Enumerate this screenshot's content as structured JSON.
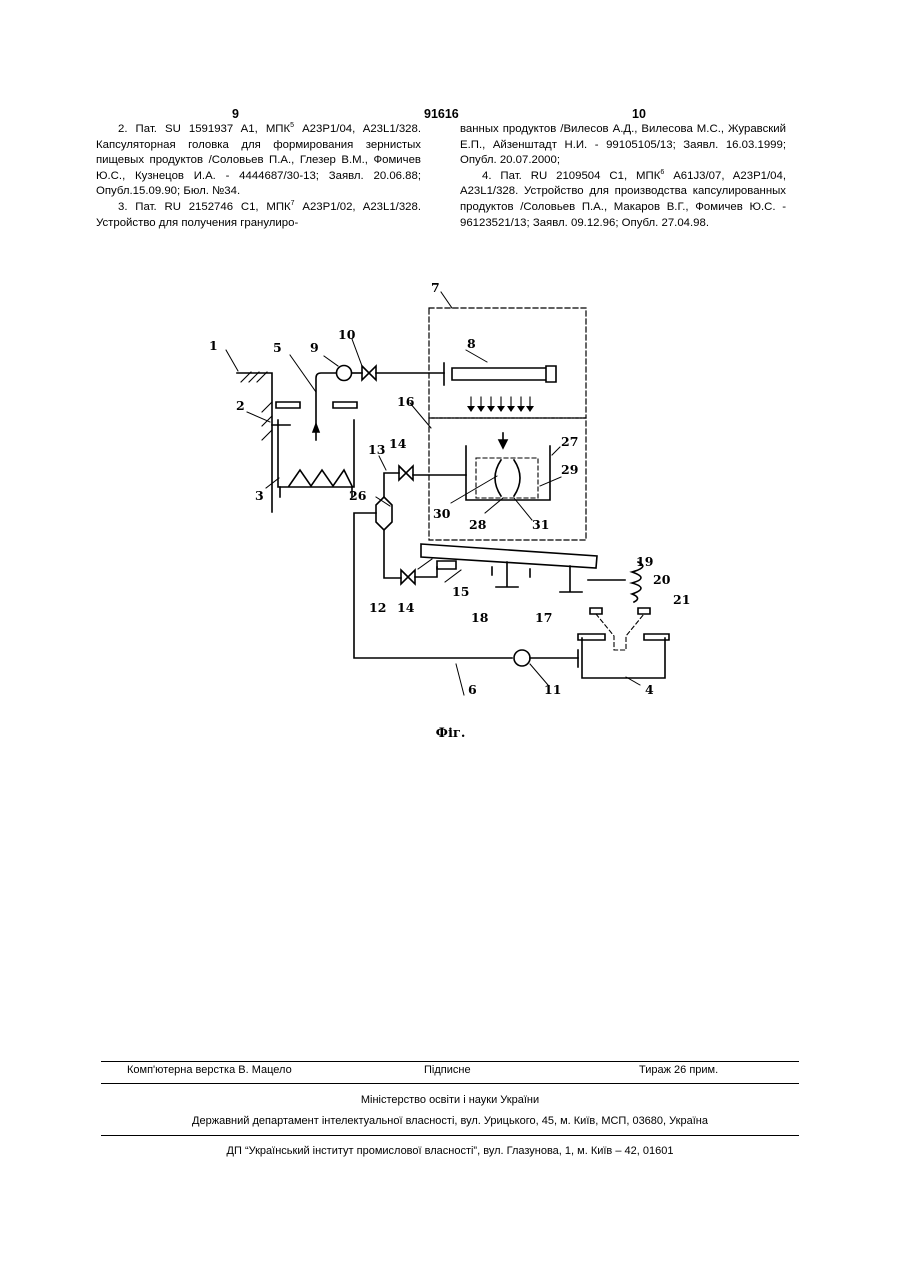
{
  "header": {
    "page_left": "9",
    "patent_number": "91616",
    "page_right": "10"
  },
  "references": {
    "left_col": {
      "r2_a": "2. Пат. SU 1591937 A1, МПК",
      "r2_sup": "5",
      "r2_b": " A23P1/04, A23L1/328. Капсуляторная головка для формирования зернистых пищевых продуктов /Соловьев П.А., Глезер В.М., Фомичев Ю.С., Кузнецов И.А. - 4444687/30-13; Заявл. 20.06.88; Опубл.15.09.90; Бюл. №34.",
      "r3_a": "3. Пат. RU 2152746 C1, МПК",
      "r3_sup": "7",
      "r3_b": " A23P1/02, A23L1/328. Устройство для получения гранулиро-"
    },
    "right_col": {
      "r3_cont": "ванных продуктов /Вилесов А.Д., Вилесова М.С., Журавский Е.П., Айзенштадт Н.И. - 99105105/13; Заявл. 16.03.1999; Опубл. 20.07.2000;",
      "r4_a": "4. Пат. RU 2109504 C1, МПК",
      "r4_sup": "6",
      "r4_b": " A61J3/07, A23P1/04, A23L1/328. Устройство для производства капсулированных продуктов /Соловьев П.А., Макаров В.Г., Фомичев Ю.С. - 96123521/13; Заявл. 09.12.96; Опубл. 27.04.98."
    }
  },
  "figure": {
    "caption": "Фіг.",
    "labels": {
      "l1": "1",
      "l2": "2",
      "l3": "3",
      "l4": "4",
      "l5": "5",
      "l6": "6",
      "l7": "7",
      "l8": "8",
      "l9": "9",
      "l10": "10",
      "l11": "11",
      "l12": "12",
      "l13": "13",
      "l14a": "14",
      "l14b": "14",
      "l15": "15",
      "l16": "16",
      "l17": "17",
      "l18": "18",
      "l19": "19",
      "l20": "20",
      "l21": "21",
      "l26": "26",
      "l27": "27",
      "l28": "28",
      "l29": "29",
      "l30": "30",
      "l31": "31"
    }
  },
  "footer": {
    "typesetter": "Комп'ютерна верстка В. Мацело",
    "signed": "Підписне",
    "circulation": "Тираж 26 прим.",
    "ministry": "Міністерство освіти і науки України",
    "department": "Державний департамент інтелектуальної власності, вул. Урицького, 45, м. Київ, МСП, 03680, Україна",
    "institute": "ДП “Український інститут промислової власності”, вул. Глазунова, 1, м. Київ – 42, 01601"
  }
}
